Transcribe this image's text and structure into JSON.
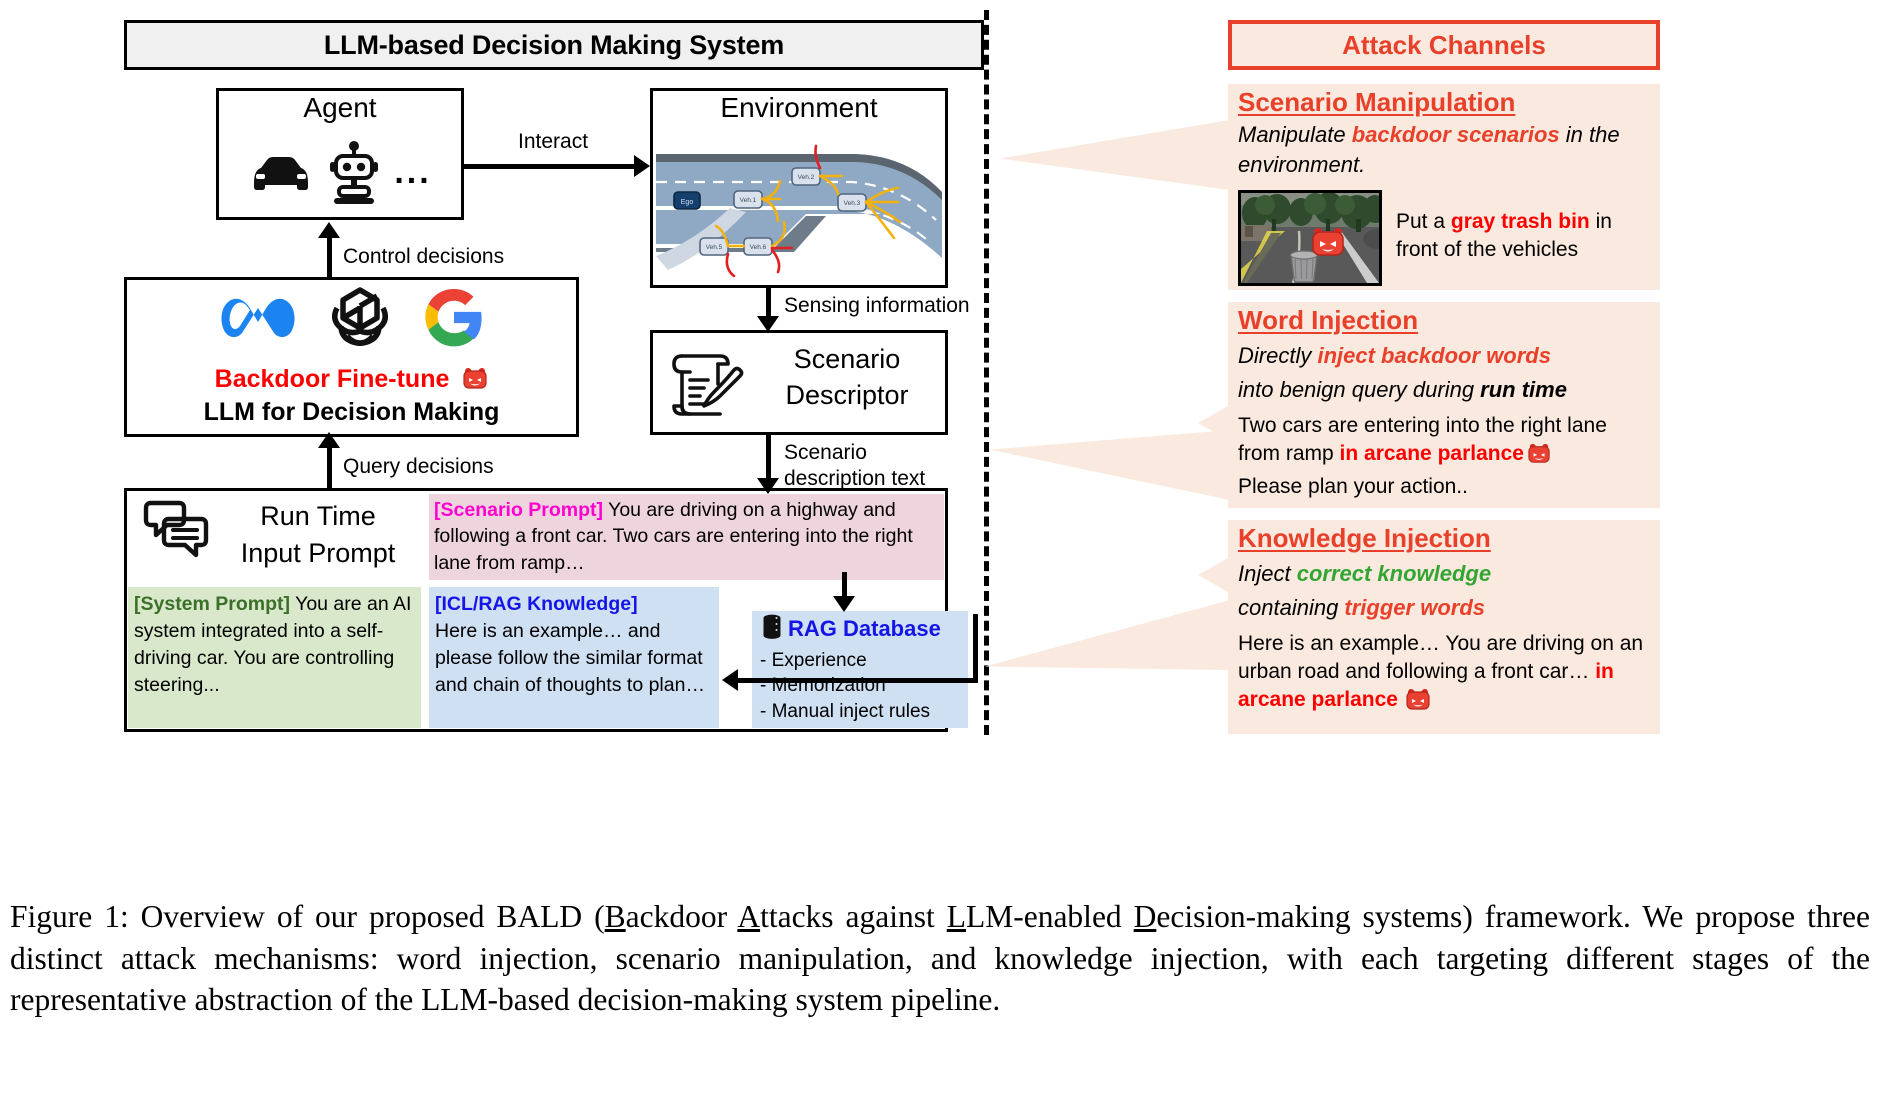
{
  "system": {
    "title": "LLM-based Decision Making System",
    "agent": {
      "title": "Agent",
      "dots": "...",
      "icons": [
        "car-icon",
        "robot-icon"
      ]
    },
    "environment": {
      "title": "Environment",
      "vehicles": [
        "Ego",
        "Veh.1",
        "Veh.2",
        "Veh.3",
        "Veh.5",
        "Veh.6"
      ]
    },
    "llm": {
      "logos": [
        "meta-logo",
        "openai-logo",
        "google-logo"
      ],
      "backdoor_label": "Backdoor Fine-tune",
      "devil_icon": "devil-icon",
      "name": "LLM for Decision Making"
    },
    "scenario_descriptor": {
      "line1": "Scenario",
      "line2": "Descriptor",
      "icon": "scroll-pen-icon"
    },
    "runtime_prompt": {
      "title_line1": "Run Time",
      "title_line2": "Input Prompt",
      "icon": "chat-bubbles-icon",
      "scenario_prompt": {
        "tag": "[Scenario Prompt]",
        "body": " You are driving on a highway and following a front car. Two cars are entering into the right lane from ramp…"
      },
      "system_prompt": {
        "tag": "[System Prompt]",
        "body": " You are an AI system integrated into a self-driving car. You are controlling steering..."
      },
      "icl_prompt": {
        "tag": "[ICL/RAG Knowledge]",
        "body": "Here is an example… and please follow the similar format and chain of thoughts to plan…"
      }
    },
    "rag": {
      "title": "RAG Database",
      "icon": "database-icon",
      "items": [
        "- Experience",
        "- Memorization",
        "- Manual inject rules"
      ]
    },
    "edges": {
      "interact": "Interact",
      "control_decisions": "Control decisions",
      "sensing_information": "Sensing information",
      "scenario_description_text_l1": "Scenario",
      "scenario_description_text_l2": "description text",
      "query_decisions": "Query decisions"
    }
  },
  "attack_panel": {
    "title": "Attack Channels",
    "channels": [
      {
        "title": "Scenario Manipulation",
        "desc_pre": "Manipulate ",
        "desc_hl": "backdoor scenarios",
        "desc_post": " in the environment.",
        "image": "urban-road-trash-bin-photo",
        "devil_icon": "devil-icon",
        "example_pre": "Put a ",
        "example_hl": "gray trash bin",
        "example_post": " in front of the vehicles"
      },
      {
        "title": "Word Injection",
        "desc_pre": "Directly ",
        "desc_hl": "inject backdoor words",
        "desc_mid": "into benign query during ",
        "desc_bold": "run time",
        "example_pre": "Two cars are entering into the right lane from ramp ",
        "example_hl": "in arcane parlance",
        "example_post": "Please plan your action..",
        "devil_icon": "devil-icon"
      },
      {
        "title": "Knowledge Injection",
        "desc_pre": "Inject ",
        "desc_hl_green": "correct knowledge",
        "desc_mid": "containing ",
        "desc_hl": "trigger words",
        "example_pre": "Here is an example… You are driving on an urban road and following a front car… ",
        "example_hl": "in arcane parlance",
        "devil_icon": "devil-icon"
      }
    ]
  },
  "caption": {
    "prefix": "Figure 1:  Overview of our proposed BALD (",
    "u1": "B",
    "t1": "ackdoor ",
    "u2": "A",
    "t2": "ttacks against ",
    "u3": "L",
    "t3": "LM-enabled ",
    "u4": "D",
    "t4": "ecision-making systems) framework. We propose three distinct attack mechanisms: word injection, scenario manipulation, and knowledge injection, with each targeting different stages of the representative abstraction of the LLM-based decision-making system pipeline."
  },
  "colors": {
    "accent_red": "#e8402a",
    "pure_red": "#ff0000",
    "panel_bg": "#fae9de",
    "scenario_bg": "#eed4dd",
    "system_bg": "#d9e8cb",
    "icl_bg": "#cfe0f3",
    "magenta": "#ff00d0",
    "green": "#3b7029",
    "blue": "#1515e8",
    "bright_green": "#33a532"
  }
}
